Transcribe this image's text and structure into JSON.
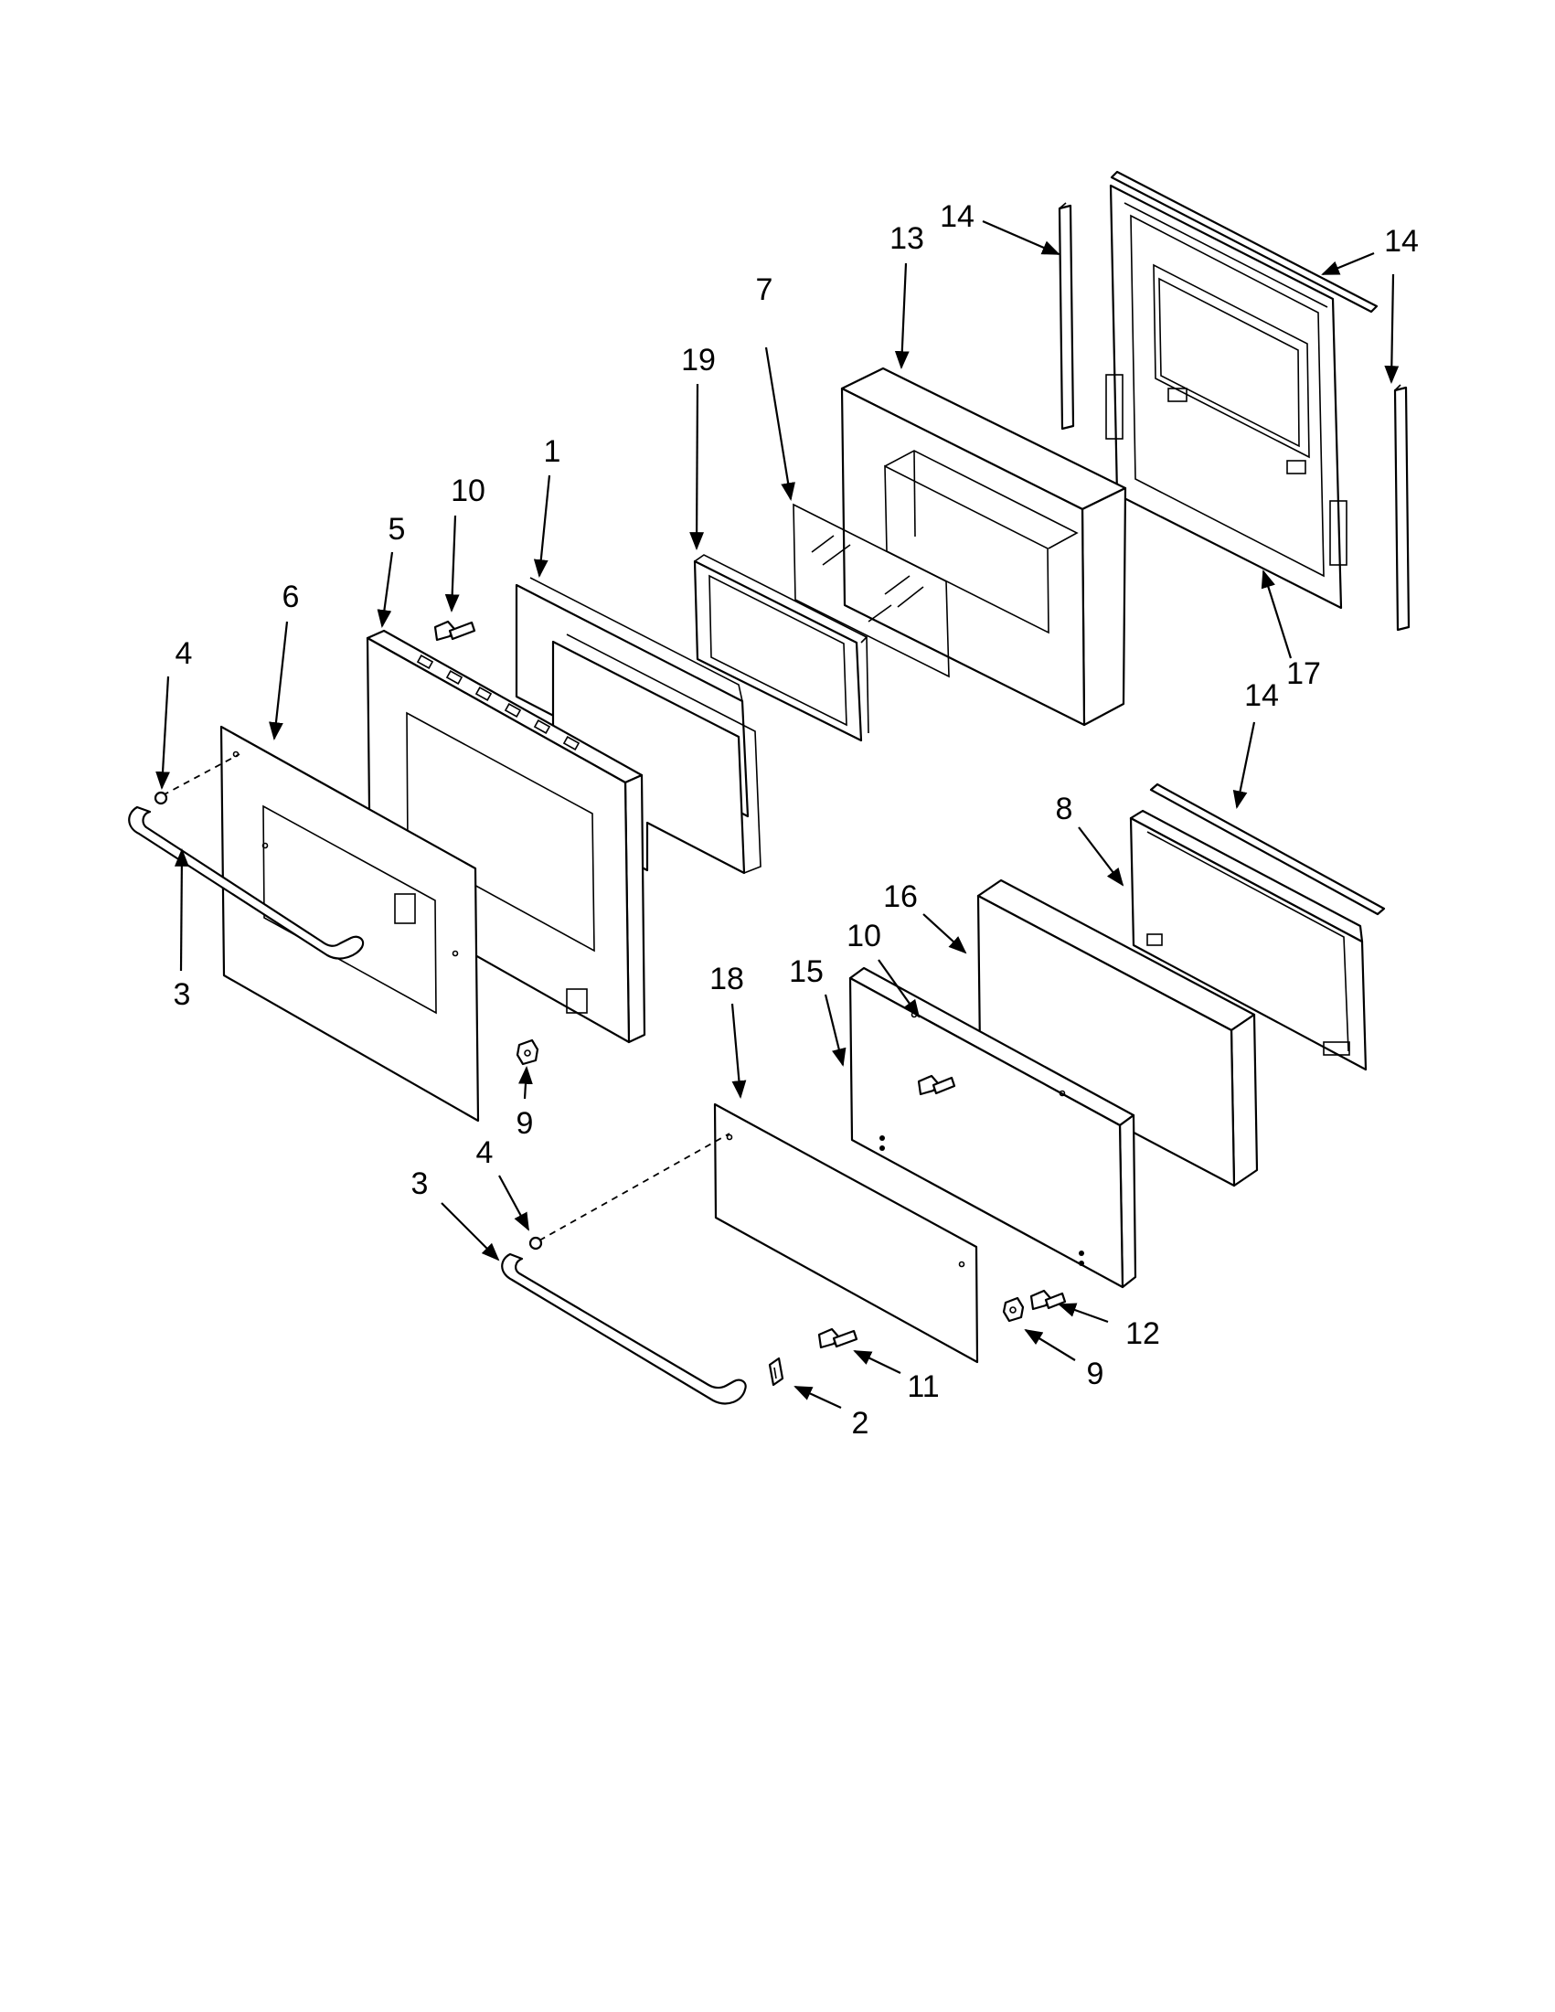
{
  "callouts": {
    "p1": "1",
    "p2": "2",
    "p3a": "3",
    "p3b": "3",
    "p4a": "4",
    "p4b": "4",
    "p5": "5",
    "p6": "6",
    "p7": "7",
    "p8": "8",
    "p9a": "9",
    "p9b": "9",
    "p10a": "10",
    "p10b": "10",
    "p11": "11",
    "p12": "12",
    "p13": "13",
    "p14a": "14",
    "p14b": "14",
    "p14c": "14",
    "p15": "15",
    "p16": "16",
    "p17": "17",
    "p18": "18",
    "p19": "19"
  }
}
